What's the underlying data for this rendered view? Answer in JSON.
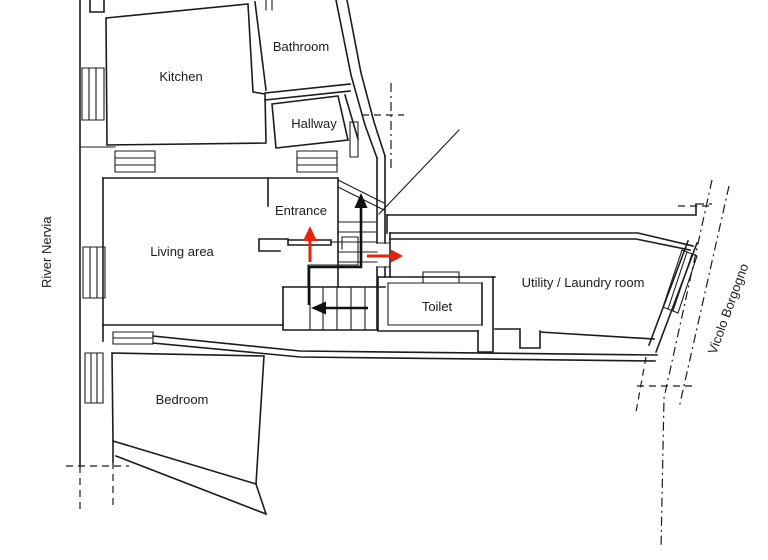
{
  "floorplan": {
    "rooms": {
      "kitchen": {
        "label": "Kitchen"
      },
      "bathroom": {
        "label": "Bathroom"
      },
      "hallway": {
        "label": "Hallway"
      },
      "entrance": {
        "label": "Entrance"
      },
      "living": {
        "label": "Living area"
      },
      "bedroom": {
        "label": "Bedroom"
      },
      "toilet": {
        "label": "Toilet"
      },
      "utility": {
        "label": "Utility / Laundry room"
      }
    },
    "surroundings": {
      "river": {
        "label": "River Nervia"
      },
      "street": {
        "label": "Vicolo Borgogno"
      }
    },
    "arrows": [
      {
        "name": "entry-arrow-up",
        "color": "#e8230c",
        "direction": "up",
        "meaning": "entry through door below Entrance"
      },
      {
        "name": "entry-arrow-right",
        "color": "#e8230c",
        "direction": "right",
        "meaning": "exit from stair landing toward Utility room"
      },
      {
        "name": "route-arrow-left",
        "color": "#111111",
        "direction": "left",
        "meaning": "route along lower stair flight"
      },
      {
        "name": "route-arrow-up-stairs",
        "color": "#111111",
        "direction": "up",
        "meaning": "route up the upper stair flight"
      }
    ],
    "colors": {
      "walls": "#1c1c1c",
      "text": "#1b1b1b",
      "route_arrows": "#111111",
      "entry_arrows": "#e8230c",
      "background": "#ffffff"
    }
  }
}
